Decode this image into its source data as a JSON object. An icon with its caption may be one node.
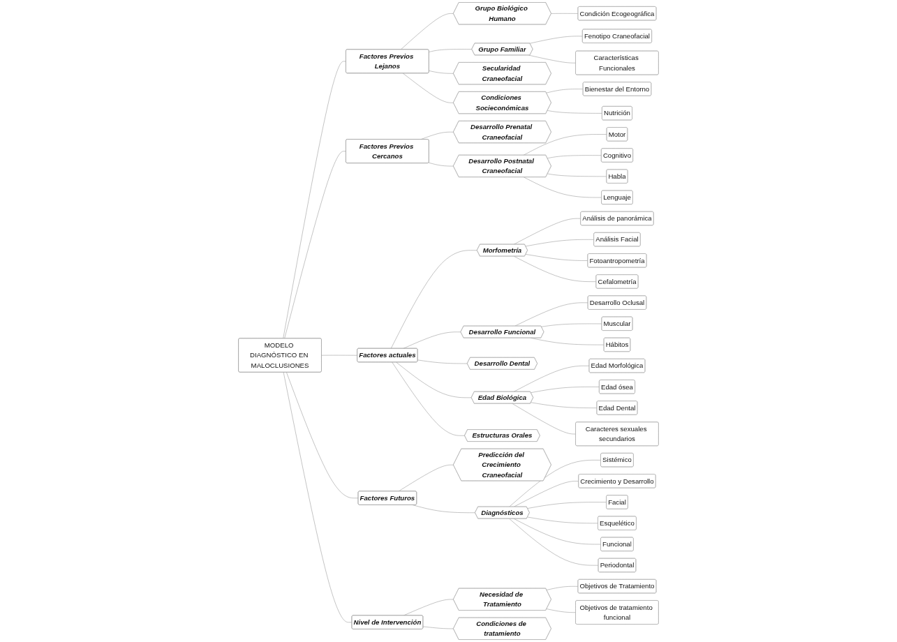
{
  "diagram": {
    "nodes": [
      {
        "text": [
          "MODELO DIAGNÓSTICO EN MALOCLUSIONES"
        ]
      },
      {
        "text": [
          "Factores Previos Lejanos"
        ]
      },
      {
        "text": [
          "Grupo Biológico Humano"
        ]
      },
      {
        "text": [
          "Condición Ecogeográfica"
        ]
      },
      {
        "text": [
          "Grupo Familiar"
        ]
      },
      {
        "text": [
          "Fenotipo Craneofacial"
        ]
      },
      {
        "text": [
          "Características Funcionales"
        ]
      },
      {
        "text": [
          "Secularidad Craneofacial"
        ]
      },
      {
        "text": [
          "Condiciones Socieconómicas"
        ]
      },
      {
        "text": [
          "Bienestar del Entorno"
        ]
      },
      {
        "text": [
          "Nutrición"
        ]
      },
      {
        "text": [
          "Factores Previos Cercanos"
        ]
      },
      {
        "text": [
          "Desarrollo Prenatal Craneofacial"
        ]
      },
      {
        "text": [
          "Desarrollo Postnatal Craneofacial"
        ]
      },
      {
        "text": [
          "Motor"
        ]
      },
      {
        "text": [
          "Cognitivo"
        ]
      },
      {
        "text": [
          "Habla"
        ]
      },
      {
        "text": [
          "Lenguaje"
        ]
      },
      {
        "text": [
          "Factores actuales"
        ]
      },
      {
        "text": [
          "Morfometría"
        ]
      },
      {
        "text": [
          "Análisis de panorámica"
        ]
      },
      {
        "text": [
          "Análisis Facial"
        ]
      },
      {
        "text": [
          "Fotoantropometría"
        ]
      },
      {
        "text": [
          "Cefalometría"
        ]
      },
      {
        "text": [
          "Desarrollo Funcional"
        ]
      },
      {
        "text": [
          "Desarrollo Oclusal"
        ]
      },
      {
        "text": [
          "Muscular"
        ]
      },
      {
        "text": [
          "Hábitos"
        ]
      },
      {
        "text": [
          "Desarrollo Dental"
        ]
      },
      {
        "text": [
          "Edad Biológica"
        ]
      },
      {
        "text": [
          "Edad Morfológica"
        ]
      },
      {
        "text": [
          "Edad ósea"
        ]
      },
      {
        "text": [
          "Edad Dental"
        ]
      },
      {
        "text": [
          "Caracteres sexuales secundarios"
        ]
      },
      {
        "text": [
          "Estructuras Orales"
        ]
      },
      {
        "text": [
          "Factores Futuros"
        ]
      },
      {
        "text": [
          "Predicción del Crecimiento Craneofacial"
        ]
      },
      {
        "text": [
          "Diagnósticos"
        ]
      },
      {
        "text": [
          "Sistémico"
        ]
      },
      {
        "text": [
          "Crecimiento y Desarrollo"
        ]
      },
      {
        "text": [
          "Facial"
        ]
      },
      {
        "text": [
          "Esquelético"
        ]
      },
      {
        "text": [
          "Funcional"
        ]
      },
      {
        "text": [
          "Periodontal"
        ]
      },
      {
        "text": [
          "Nivel de Intervención"
        ]
      },
      {
        "text": [
          "Necesidad de Tratamiento"
        ]
      },
      {
        "text": [
          "Objetivos de Tratamiento"
        ]
      },
      {
        "text": [
          "Objetivos de tratamiento funcional"
        ]
      },
      {
        "text": [
          "Condiciones de tratamiento"
        ]
      }
    ],
    "edges": [
      {
        "from": 0,
        "to": 1,
        "arrow": "none"
      },
      {
        "from": 1,
        "to": 2,
        "arrow": "none"
      },
      {
        "from": 2,
        "to": 3,
        "arrow": "none"
      },
      {
        "from": 1,
        "to": 4,
        "arrow": "none"
      },
      {
        "from": 4,
        "to": 5,
        "arrow": "none"
      },
      {
        "from": 4,
        "to": 6,
        "arrow": "none"
      },
      {
        "from": 1,
        "to": 7,
        "arrow": "none"
      },
      {
        "from": 1,
        "to": 8,
        "arrow": "none"
      },
      {
        "from": 8,
        "to": 9,
        "arrow": "none"
      },
      {
        "from": 8,
        "to": 10,
        "arrow": "none"
      },
      {
        "from": 0,
        "to": 11,
        "arrow": "none"
      },
      {
        "from": 11,
        "to": 12,
        "arrow": "none"
      },
      {
        "from": 11,
        "to": 13,
        "arrow": "none"
      },
      {
        "from": 13,
        "to": 14,
        "arrow": "none"
      },
      {
        "from": 13,
        "to": 15,
        "arrow": "none"
      },
      {
        "from": 13,
        "to": 16,
        "arrow": "none"
      },
      {
        "from": 13,
        "to": 17,
        "arrow": "none"
      },
      {
        "from": 0,
        "to": 18,
        "arrow": "none"
      },
      {
        "from": 18,
        "to": 19,
        "arrow": "none"
      },
      {
        "from": 19,
        "to": 20,
        "arrow": "none"
      },
      {
        "from": 19,
        "to": 21,
        "arrow": "none"
      },
      {
        "from": 19,
        "to": 22,
        "arrow": "none"
      },
      {
        "from": 19,
        "to": 23,
        "arrow": "none"
      },
      {
        "from": 18,
        "to": 24,
        "arrow": "none"
      },
      {
        "from": 24,
        "to": 25,
        "arrow": "none"
      },
      {
        "from": 24,
        "to": 26,
        "arrow": "none"
      },
      {
        "from": 24,
        "to": 27,
        "arrow": "none"
      },
      {
        "from": 18,
        "to": 28,
        "arrow": "none"
      },
      {
        "from": 18,
        "to": 29,
        "arrow": "none"
      },
      {
        "from": 29,
        "to": 30,
        "arrow": "none"
      },
      {
        "from": 29,
        "to": 31,
        "arrow": "none"
      },
      {
        "from": 29,
        "to": 32,
        "arrow": "none"
      },
      {
        "from": 29,
        "to": 33,
        "arrow": "none"
      },
      {
        "from": 18,
        "to": 34,
        "arrow": "none"
      },
      {
        "from": 0,
        "to": 35,
        "arrow": "none"
      },
      {
        "from": 35,
        "to": 36,
        "arrow": "none"
      },
      {
        "from": 35,
        "to": 37,
        "arrow": "none"
      },
      {
        "from": 37,
        "to": 38,
        "arrow": "none"
      },
      {
        "from": 37,
        "to": 39,
        "arrow": "none"
      },
      {
        "from": 37,
        "to": 40,
        "arrow": "none"
      },
      {
        "from": 37,
        "to": 41,
        "arrow": "none"
      },
      {
        "from": 37,
        "to": 42,
        "arrow": "none"
      },
      {
        "from": 37,
        "to": 43,
        "arrow": "none"
      },
      {
        "from": 0,
        "to": 44,
        "arrow": "none"
      },
      {
        "from": 44,
        "to": 45,
        "arrow": "none"
      },
      {
        "from": 45,
        "to": 46,
        "arrow": "none"
      },
      {
        "from": 45,
        "to": 47,
        "arrow": "none"
      },
      {
        "from": 44,
        "to": 48,
        "arrow": "none"
      }
    ]
  }
}
